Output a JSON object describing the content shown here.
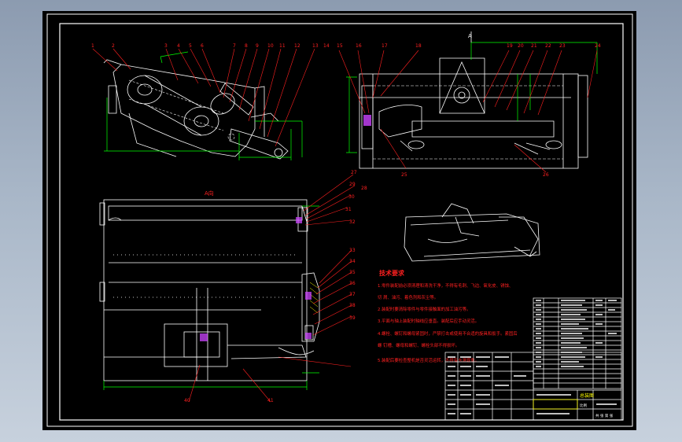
{
  "colors": {
    "background": "#000000",
    "frame": "#ffffff",
    "geometry": "#ffffff",
    "hidden_lines": "#ffffff",
    "dimensions": "#00ff00",
    "leaders": "#ff2020",
    "part_callouts": "#ff2020",
    "notes_text": "#ff2020",
    "parts_component": "#cc44ff",
    "title_block_lines": "#ffffff",
    "title_block_text": "#ffffff",
    "title_block_accent": "#ffff00",
    "section_hatch": "#ffff00"
  },
  "views": {
    "section_view_mark": "A",
    "section_view_label": "A向"
  },
  "callouts": {
    "side_view": [
      "1",
      "2",
      "3",
      "4",
      "5",
      "6",
      "7",
      "8",
      "9",
      "10",
      "11",
      "12",
      "13",
      "14"
    ],
    "front_view_top": [
      "15",
      "16",
      "17",
      "18",
      "19",
      "20",
      "21",
      "22",
      "23",
      "24"
    ],
    "front_view_bottom": [
      "25",
      "26"
    ],
    "plan_view": [
      "27",
      "28",
      "29",
      "30",
      "31",
      "32",
      "33",
      "34",
      "35",
      "36",
      "37",
      "38",
      "39",
      "40",
      "41"
    ]
  },
  "notes": {
    "heading": "技术要求",
    "lines": [
      "1.零件装配前必须清理和清洗干净，不得有毛刺、飞边、氧化皮、锈蚀、",
      "切 屑、油污、着色剂和灰尘等。",
      "2.装配时要清除零件与零件接触面的加工油污等。",
      "3.平面与轴上装配时轴线应垂直。装配后应手动灵活。",
      "4.螺栓、螺钉和螺母紧固时，严禁打击或使用不合适的旋具和扳手。紧固后",
      "螺 钉槽、螺母和螺钉、螺栓头部不得损坏。",
      "5.装配后要检查整机是否灵活运转，不得有卡滞现象。"
    ]
  },
  "title_block": {
    "drawing_name": "总装图",
    "scale_label": "比例",
    "sheet_label": "共 张 第 张"
  }
}
